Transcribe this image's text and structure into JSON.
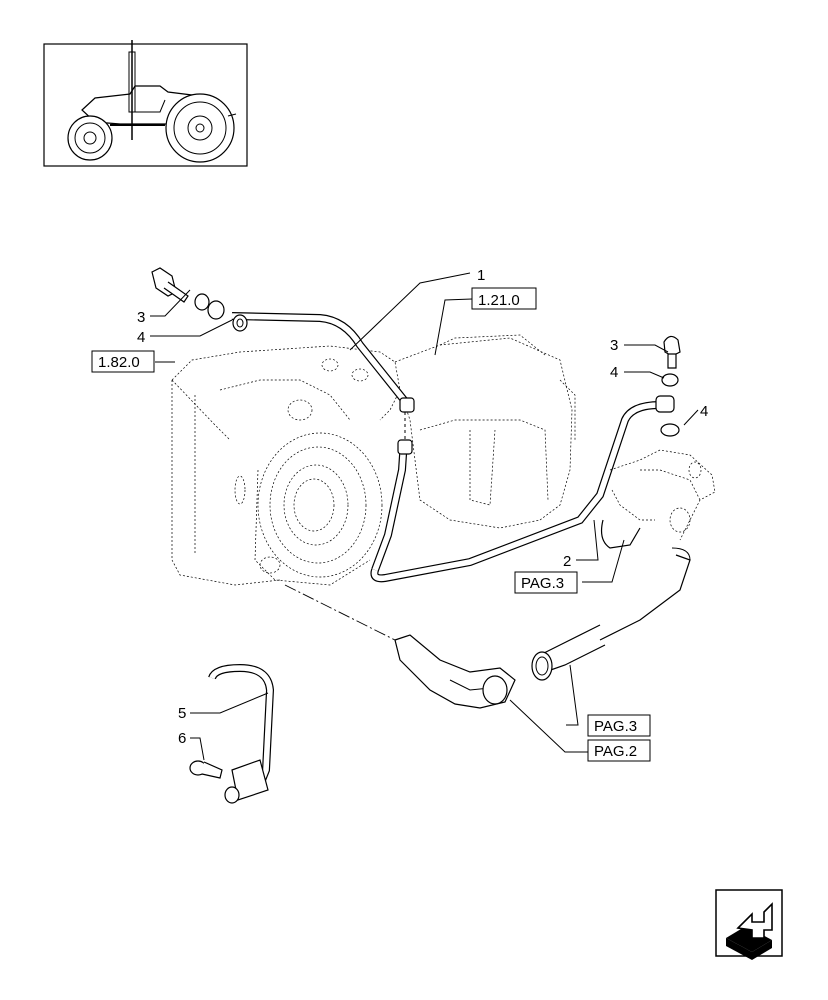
{
  "callouts": [
    {
      "id": "c1",
      "text": "1"
    },
    {
      "id": "c2",
      "text": "2"
    },
    {
      "id": "c3a",
      "text": "3"
    },
    {
      "id": "c3b",
      "text": "3"
    },
    {
      "id": "c4a",
      "text": "4"
    },
    {
      "id": "c4b",
      "text": "4"
    },
    {
      "id": "c4c",
      "text": "4"
    },
    {
      "id": "c5",
      "text": "5"
    },
    {
      "id": "c6",
      "text": "6"
    }
  ],
  "references": {
    "ref_1210": "1.21.0",
    "ref_1820": "1.82.0",
    "pag3_a": "PAG.3",
    "pag3_b": "PAG.3",
    "pag2": "PAG.2"
  },
  "thumbnail": {
    "subject": "tractor-side-view"
  },
  "navigation": {
    "icon": "next-page-arrow-icon"
  }
}
